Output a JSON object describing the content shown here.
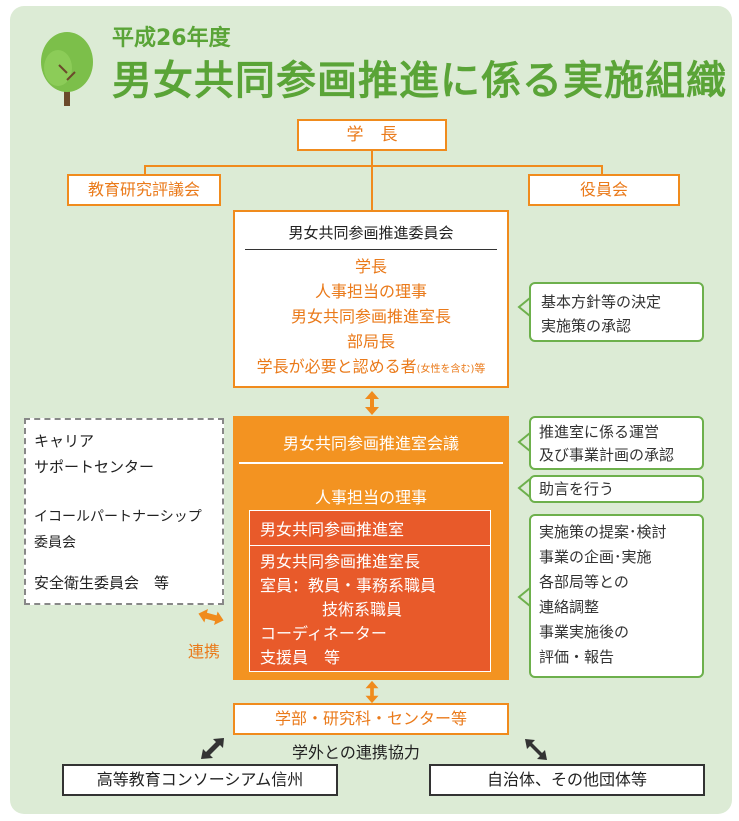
{
  "header": {
    "year": "平成26年度",
    "title": "男女共同参画推進に係る実施組織"
  },
  "top": {
    "president": "学　長",
    "council_left": "教育研究評議会",
    "council_right": "役員会"
  },
  "committee": {
    "title": "男女共同参画推進委員会",
    "members": [
      "学長",
      "人事担当の理事",
      "男女共同参画推進室長",
      "部局長"
    ],
    "others_main": "学長が必要と認める者",
    "others_sub": "(女性を含む)",
    "others_suffix": "等"
  },
  "committee_note": [
    "基本方針等の決定",
    "実施策の承認"
  ],
  "partners": {
    "item1_line1": "キャリア",
    "item1_line2": "サポートセンター",
    "item2_line1": "イコールパートナーシップ",
    "item2_line2": "委員会",
    "item3": "安全衛生委員会　等",
    "link_label": "連携"
  },
  "office_meeting": {
    "title": "男女共同参画推進室会議",
    "director": "人事担当の理事",
    "office_title": "男女共同参画推進室",
    "office_members": [
      "男女共同参画推進室長",
      "室員：教員・事務系職員",
      "技術系職員",
      "コーディネーター",
      "支援員　等"
    ]
  },
  "meeting_notes": {
    "note1": [
      "推進室に係る運営",
      "及び事業計画の承認"
    ],
    "note2": "助言を行う",
    "note3": [
      "実施策の提案･検討",
      "事業の企画･実施",
      "各部局等との",
      "連絡調整",
      "事業実施後の",
      "評価・報告"
    ]
  },
  "bottom": {
    "faculties": "学部・研究科・センター等",
    "external_label": "学外との連携協力",
    "left_org": "高等教育コンソーシアム信州",
    "right_org": "自治体、その他団体等"
  },
  "colors": {
    "panel_bg": "#dcebd5",
    "green": "#5aa437",
    "orange": "#f08b1d",
    "orange_dark": "#e85a2a",
    "orange_panel": "#f39321"
  }
}
